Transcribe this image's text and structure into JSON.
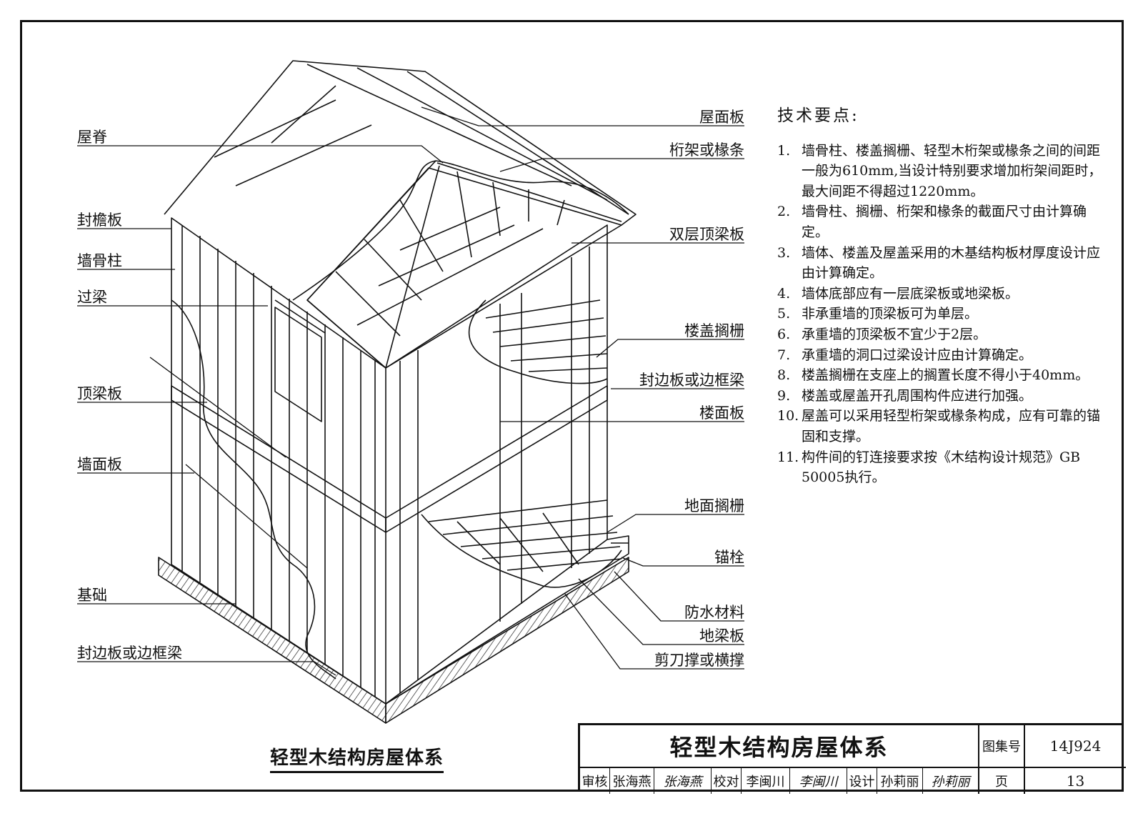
{
  "left_labels": [
    {
      "id": "ridge",
      "text": "屋脊"
    },
    {
      "id": "fascia",
      "text": "封檐板"
    },
    {
      "id": "stud",
      "text": "墙骨柱"
    },
    {
      "id": "header",
      "text": "过梁"
    },
    {
      "id": "top-plate",
      "text": "顶梁板"
    },
    {
      "id": "sheathing",
      "text": "墙面板"
    },
    {
      "id": "foundation",
      "text": "基础"
    },
    {
      "id": "rim-joist-left",
      "text": "封边板或边框梁"
    }
  ],
  "right_labels": [
    {
      "id": "roof-sheathing",
      "text": "屋面板"
    },
    {
      "id": "truss",
      "text": "桁架或椽条"
    },
    {
      "id": "double-top-plate",
      "text": "双层顶梁板"
    },
    {
      "id": "floor-joist",
      "text": "楼盖搁栅"
    },
    {
      "id": "rim-joist-right",
      "text": "封边板或边框梁"
    },
    {
      "id": "subfloor",
      "text": "楼面板"
    },
    {
      "id": "ground-joist",
      "text": "地面搁栅"
    },
    {
      "id": "anchor-bolt",
      "text": "锚栓"
    },
    {
      "id": "waterproof",
      "text": "防水材料"
    },
    {
      "id": "sill-plate",
      "text": "地梁板"
    },
    {
      "id": "bridging",
      "text": "剪刀撑或横撑"
    }
  ],
  "notes": {
    "heading": "技术要点:",
    "items": [
      {
        "n": "1.",
        "text": "墙骨柱、楼盖搁栅、轻型木桁架或椽条之间的间距一般为610mm,当设计特别要求增加桁架间距时，最大间距不得超过1220mm。"
      },
      {
        "n": "2.",
        "text": "墙骨柱、搁栅、桁架和椽条的截面尺寸由计算确定。"
      },
      {
        "n": "3.",
        "text": "墙体、楼盖及屋盖采用的木基结构板材厚度设计应由计算确定。"
      },
      {
        "n": "4.",
        "text": "墙体底部应有一层底梁板或地梁板。"
      },
      {
        "n": "5.",
        "text": "非承重墙的顶梁板可为单层。"
      },
      {
        "n": "6.",
        "text": "承重墙的顶梁板不宜少于2层。"
      },
      {
        "n": "7.",
        "text": "承重墙的洞口过梁设计应由计算确定。"
      },
      {
        "n": "8.",
        "text": "楼盖搁栅在支座上的搁置长度不得小于40mm。"
      },
      {
        "n": "9.",
        "text": "楼盖或屋盖开孔周围构件应进行加强。"
      },
      {
        "n": "10.",
        "text": "屋盖可以采用轻型桁架或椽条构成，应有可靠的锚固和支撑。"
      },
      {
        "n": "11.",
        "text": "构件间的钉连接要求按《木结构设计规范》GB 50005执行。"
      }
    ]
  },
  "caption": "轻型木结构房屋体系",
  "title_block": {
    "title": "轻型木结构房屋体系",
    "atlas_label": "图集号",
    "atlas_no": "14J924",
    "page_label": "页",
    "page_no": "13",
    "review_label": "审核",
    "reviewer": "张海燕",
    "reviewer_sig": "张海燕",
    "check_label": "校对",
    "checker": "李闽川",
    "checker_sig": "李闽川",
    "design_label": "设计",
    "designer": "孙莉丽",
    "designer_sig": "孙莉丽"
  }
}
